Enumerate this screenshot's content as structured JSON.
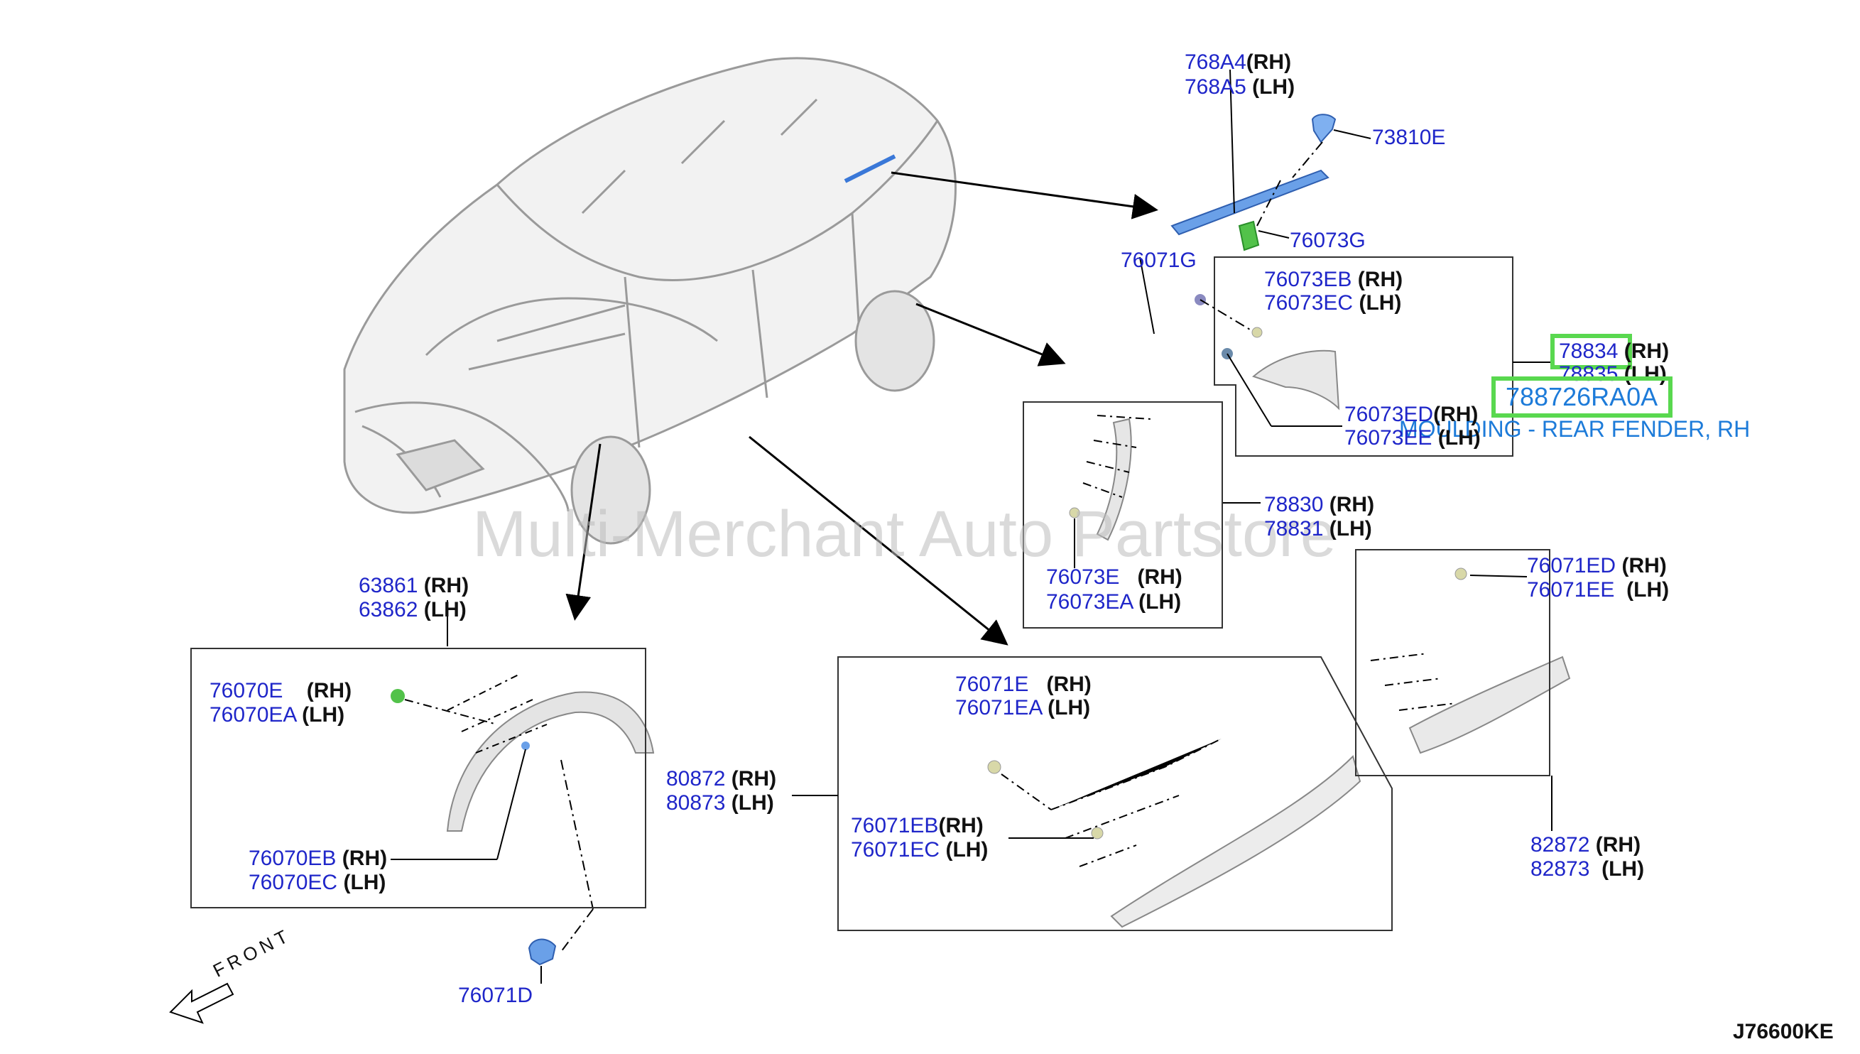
{
  "watermark": "Multi-Merchant Auto Partstore",
  "diagram_code": "J76600KE",
  "front_label": "FRONT",
  "highlight": {
    "part_number": "788726RA0A",
    "description": "MOULDING - REAR FENDER, RH"
  },
  "colors": {
    "part_link": "#1f26c9",
    "highlight": "#59d84f",
    "caption": "#1d7bd9"
  },
  "callouts": {
    "c768a4": {
      "pn": "768A4",
      "side": "(RH)"
    },
    "c768a5": {
      "pn": "768A5",
      "side": "(LH)"
    },
    "c73810e": {
      "pn": "73810E"
    },
    "c76073g": {
      "pn": "76073G"
    },
    "c76071g": {
      "pn": "76071G"
    },
    "c76073eb": {
      "pn": "76073EB",
      "side": "(RH)"
    },
    "c76073ec": {
      "pn": "76073EC",
      "side": "(LH)"
    },
    "c78834": {
      "pn": "78834",
      "side": "(RH)"
    },
    "c78835": {
      "pn": "78835",
      "side": "(LH)"
    },
    "c76073ed": {
      "pn": "76073ED",
      "side": "(RH)"
    },
    "c76073ee": {
      "pn": "76073EE",
      "side": "(LH)"
    },
    "c78830": {
      "pn": "78830",
      "side": "(RH)"
    },
    "c78831": {
      "pn": "78831",
      "side": "(LH)"
    },
    "c76073e": {
      "pn": "76073E",
      "side": "(RH)"
    },
    "c76073ea": {
      "pn": "76073EA",
      "side": "(LH)"
    },
    "c63861": {
      "pn": "63861",
      "side": "(RH)"
    },
    "c63862": {
      "pn": "63862",
      "side": "(LH)"
    },
    "c76070e": {
      "pn": "76070E",
      "side": "(RH)"
    },
    "c76070ea": {
      "pn": "76070EA",
      "side": "(LH)"
    },
    "c76070eb": {
      "pn": "76070EB",
      "side": "(RH)"
    },
    "c76070ec": {
      "pn": "76070EC",
      "side": "(LH)"
    },
    "c76071d": {
      "pn": "76071D"
    },
    "c80872": {
      "pn": "80872",
      "side": "(RH)"
    },
    "c80873": {
      "pn": "80873",
      "side": "(LH)"
    },
    "c76071e": {
      "pn": "76071E",
      "side": "(RH)"
    },
    "c76071ea": {
      "pn": "76071EA",
      "side": "(LH)"
    },
    "c76071eb": {
      "pn": "76071EB",
      "side": "(RH)"
    },
    "c76071ec": {
      "pn": "76071EC",
      "side": "(LH)"
    },
    "c76071ed": {
      "pn": "76071ED",
      "side": "(RH)"
    },
    "c76071ee": {
      "pn": "76071EE",
      "side": "(LH)"
    },
    "c82872": {
      "pn": "82872",
      "side": "(RH)"
    },
    "c82873": {
      "pn": "82873",
      "side": "(LH)"
    }
  }
}
